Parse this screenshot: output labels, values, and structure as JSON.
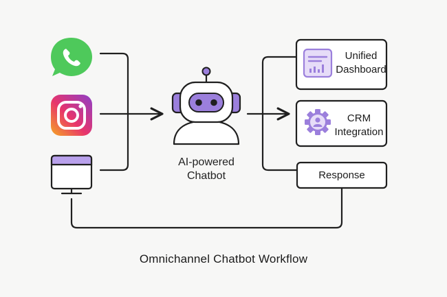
{
  "bot": {
    "label_line1": "AI-powered",
    "label_line2": "Chatbot"
  },
  "outputs": {
    "dashboard": {
      "line1": "Unified",
      "line2": "Dashboard"
    },
    "crm": {
      "line1": "CRM",
      "line2": "Integration"
    },
    "response": {
      "label": "Response"
    }
  },
  "footer": {
    "title": "Omnichannel Chatbot Workflow"
  },
  "colors": {
    "accent": "#9b7fdc",
    "accent_light": "#e6dcf8",
    "line": "#1f1f1f",
    "whatsapp": "#4ec95b",
    "instagram_from": "#f5a623",
    "instagram_to": "#8e3fc8"
  },
  "icons": {
    "whatsapp": "whatsapp-icon",
    "instagram": "instagram-icon",
    "web": "monitor-icon",
    "dashboard": "bar-chart-icon",
    "crm": "gear-person-icon"
  }
}
